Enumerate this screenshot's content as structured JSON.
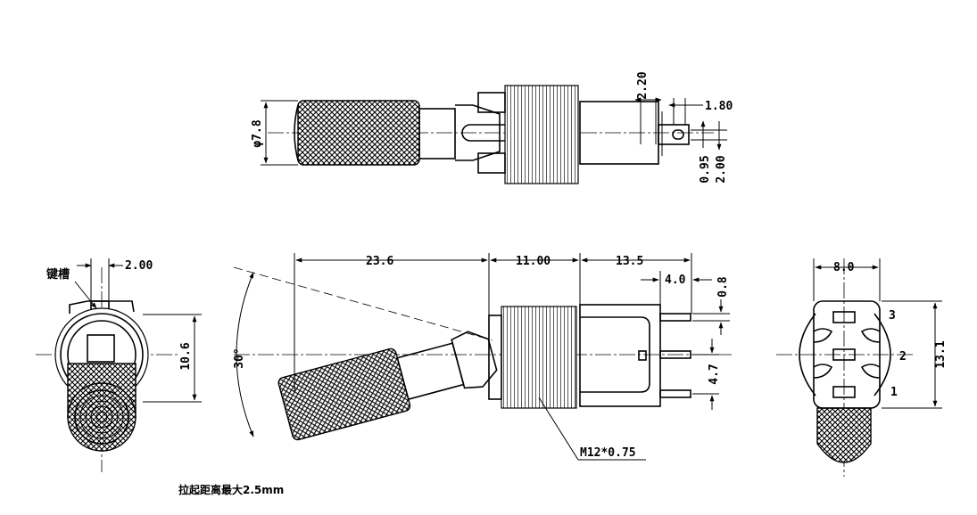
{
  "views": {
    "top": {
      "dims": {
        "diameter": "φ7.8",
        "d220": "2.20",
        "d180": "1.80",
        "d095": "0.95",
        "d200": "2.00"
      }
    },
    "left": {
      "labels": {
        "keyway": "键槽"
      },
      "dims": {
        "d200": "2.00",
        "d106": "10.6"
      }
    },
    "middle": {
      "dims": {
        "d236": "23.6",
        "d1100": "11.00",
        "d135": "13.5",
        "d40": "4.0",
        "d08": "0.8",
        "d47": "4.7",
        "angle": "30°"
      },
      "thread_callout": "M12*0.75"
    },
    "right": {
      "dims": {
        "d80": "8.0",
        "d131": "13.1"
      },
      "pins": [
        "3",
        "2",
        "1"
      ]
    }
  },
  "note": "拉起距离最大2.5mm"
}
